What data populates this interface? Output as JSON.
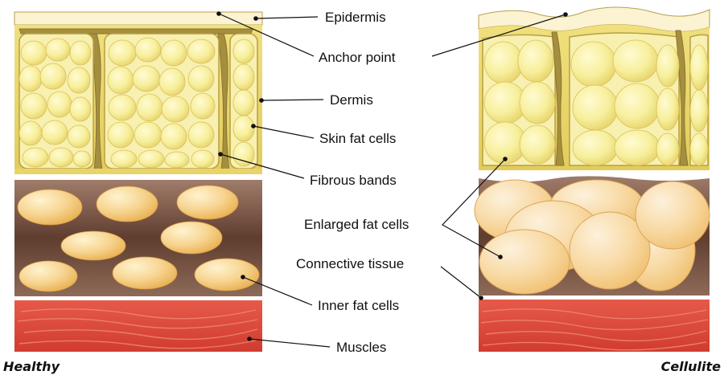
{
  "labels": {
    "epidermis": "Epidermis",
    "anchor_point": "Anchor point",
    "dermis": "Dermis",
    "skin_fat_cells": "Skin fat cells",
    "fibrous_bands": "Fibrous bands",
    "enlarged_fat_cells": "Enlarged fat cells",
    "connective_tissue": "Connective tissue",
    "inner_fat_cells": "Inner fat cells",
    "muscles": "Muscles"
  },
  "captions": {
    "healthy": "Healthy",
    "cellulite": "Cellulite"
  },
  "colors": {
    "epidermis": "#fbf3d2",
    "fat_cell": "#f6ee9a",
    "dermis_fill": "#e9d66a",
    "band": "#9d8a3d",
    "connective": "#6f4e3f",
    "inner_fat": "#f1c97a",
    "enlarged_fat": "#f6d69a",
    "muscle": "#dd4a3b",
    "muscle_stripe": "#ee7a68"
  },
  "icons": {
    "pointer": "black-dot"
  }
}
